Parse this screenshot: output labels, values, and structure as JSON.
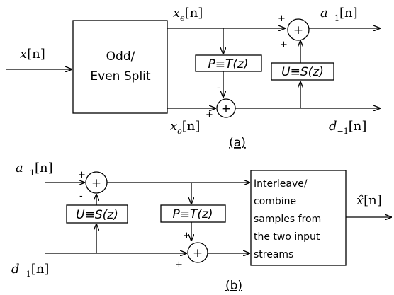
{
  "panel_a": {
    "caption": "(a)",
    "input_signal": {
      "main": "x",
      "arg": "[n]"
    },
    "split_box": {
      "line1": "Odd/",
      "line2": "Even Split"
    },
    "even_signal": {
      "main": "x",
      "sub": "e",
      "arg": "[n]"
    },
    "odd_signal": {
      "main": "x",
      "sub": "o",
      "arg": "[n]"
    },
    "predict_box": "P≡T(z)",
    "update_box": "U≡S(z)",
    "out_a": {
      "main": "a",
      "sub": "−1",
      "arg": "[n]"
    },
    "out_d": {
      "main": "d",
      "sub": "−1",
      "arg": "[n]"
    },
    "sum_symbol": "+",
    "sign_plus": "+",
    "sign_minus": "-"
  },
  "panel_b": {
    "caption": "(b)",
    "in_a": {
      "main": "a",
      "sub": "−1",
      "arg": "[n]"
    },
    "in_d": {
      "main": "d",
      "sub": "−1",
      "arg": "[n]"
    },
    "update_box": "U≡S(z)",
    "predict_box": "P≡T(z)",
    "combine_box": [
      "Interleave/",
      "combine",
      "samples from",
      "the two input",
      "streams"
    ],
    "output": {
      "main": "x̂",
      "arg": "[n]"
    },
    "sum_symbol": "+",
    "sign_plus": "+",
    "sign_minus": "-"
  }
}
